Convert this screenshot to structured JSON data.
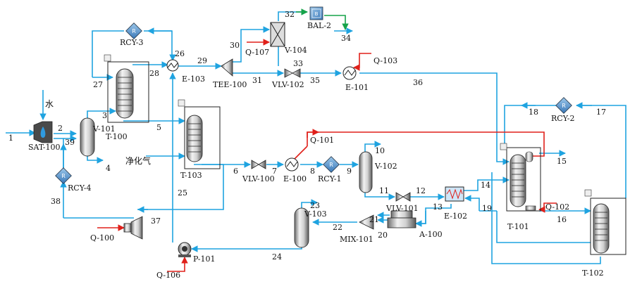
{
  "units": {
    "SAT-100": "SAT-100",
    "V-101": "V-101",
    "T-100": "T-100",
    "T-103": "T-103",
    "RCY-3": "RCY-3",
    "RCY-4": "RCY-4",
    "RCY-1": "RCY-1",
    "RCY-2": "RCY-2",
    "E-103": "E-103",
    "TEE-100": "TEE-100",
    "V-104": "V-104",
    "BAL-2": "BAL-2",
    "VLV-102": "VLV-102",
    "E-101": "E-101",
    "VLV-100": "VLV-100",
    "E-100": "E-100",
    "V-102": "V-102",
    "VLV-101": "VLV-101",
    "E-102": "E-102",
    "A-100": "A-100",
    "MIX-101": "MIX-101",
    "V-103": "V-103",
    "P-101": "P-101",
    "T-101": "T-101",
    "T-102": "T-102"
  },
  "energy": {
    "Q-107": "Q-107",
    "Q-103": "Q-103",
    "Q-101": "Q-101",
    "Q-102": "Q-102",
    "Q-100": "Q-100",
    "Q-106": "Q-106"
  },
  "chinese": {
    "water": "水",
    "purified_gas": "净化气"
  },
  "streams": {
    "s1": "1",
    "s2": "2",
    "s3": "3",
    "s4": "4",
    "s5": "5",
    "s6": "6",
    "s7": "7",
    "s8": "8",
    "s9": "9",
    "s10": "10",
    "s11": "11",
    "s12": "12",
    "s13": "13",
    "s14": "14",
    "s15": "15",
    "s16": "16",
    "s17": "17",
    "s18": "18",
    "s19": "19",
    "s20": "20",
    "s21": "21",
    "s22": "22",
    "s23": "23",
    "s24": "24",
    "s25": "25",
    "s26": "26",
    "s27": "27",
    "s28": "28",
    "s29": "29",
    "s30": "30",
    "s31": "31",
    "s32": "32",
    "s33": "33",
    "s34": "34",
    "s35": "35",
    "s36": "36",
    "s37": "37",
    "s38": "38",
    "s39": "39"
  },
  "colors": {
    "material": "#1fa3e0",
    "energy": "#e0201a",
    "product": "#16a34a"
  }
}
